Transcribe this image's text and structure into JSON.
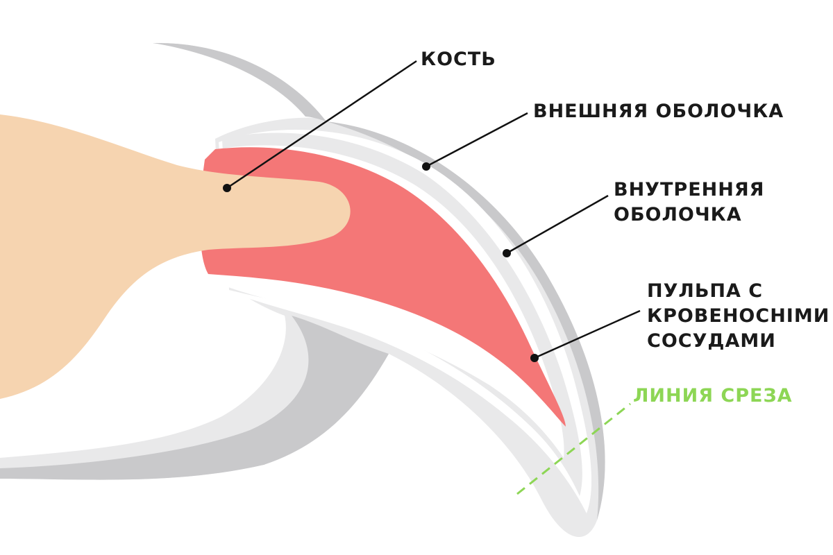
{
  "labels": {
    "bone": "КОСТЬ",
    "outer_shell": "ВНЕШНЯЯ ОБОЛОЧКА",
    "inner_shell": [
      "ВНУТРЕННЯЯ",
      "ОБОЛОЧКА"
    ],
    "pulp": [
      "ПУЛЬПА С",
      "КРОВЕНОСНІМИ",
      "СОСУДАМИ"
    ],
    "cut_line": "ЛИНИЯ СРЕЗА"
  },
  "colors": {
    "background": "#ffffff",
    "skin": "#f6d4b0",
    "pulp": "#f47777",
    "shell_light": "#e9e9ea",
    "shell_dark": "#c9c9cb",
    "shell_white": "#ffffff",
    "text": "#1a1a1a",
    "leader": "#111111",
    "cut_line": "#8dd655"
  }
}
